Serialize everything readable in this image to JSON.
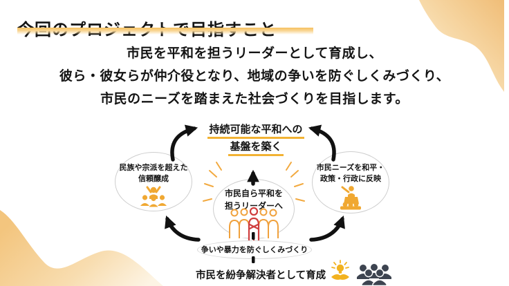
{
  "slide": {
    "title": "今回のプロジェクトで目指すこと",
    "intro_lines": [
      "市民を平和を担うリーダーとして育成し、",
      "彼ら・彼女らが仲介役となり、地域の争いを防ぐしくみづくり、",
      "市民のニーズを踏まえた社会づくりを目指します。"
    ]
  },
  "diagram": {
    "goal": {
      "line1": "持続可能な平和への",
      "line2": "基盤を築く"
    },
    "left_node": {
      "line1": "民族や宗派を超えた",
      "line2": "信頼醸成",
      "icon": "cheering-group-icon"
    },
    "center_node": {
      "line1": "市民自ら平和を",
      "line2": "担うリーダーへ",
      "icon": "leader-among-citizens-icon"
    },
    "right_node": {
      "line1": "市民ニーズを和平・",
      "line2": "政策・行政に反映",
      "icon": "speaker-podium-icon"
    },
    "bottom_node": {
      "label": "争いや暴力を防ぐしくみづくり"
    },
    "caption": {
      "label": "市民を紛争解決者として育成",
      "icons": [
        "idea-lightbulb-icon",
        "citizens-group-icon"
      ]
    }
  },
  "colors": {
    "accent_orange_icon": "#f0a832",
    "accent_red_icon": "#cf3d3d",
    "dark_people_icon": "#3d4450",
    "underline_yellow": "#f2b233",
    "title_underline": "#f6c05e",
    "corner_blob": "#f1bf7e",
    "arrow_black": "#111111",
    "ellipse_border": "#cdcdcd"
  }
}
